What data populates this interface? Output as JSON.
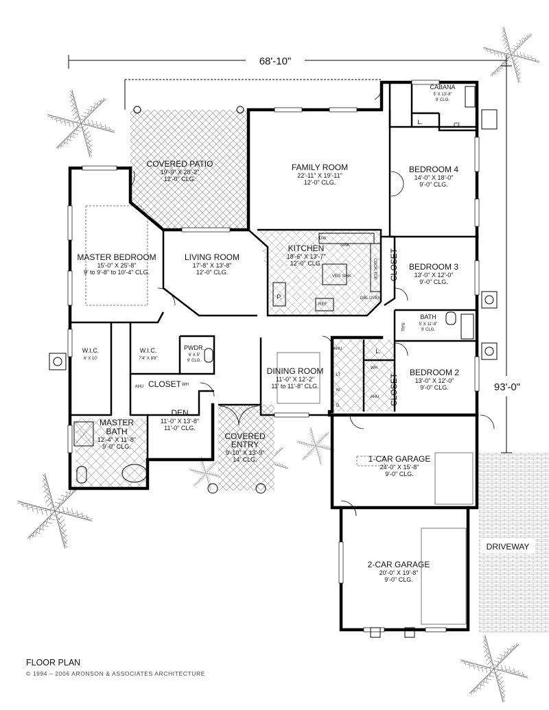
{
  "plan": {
    "overall_width": "68'-10\"",
    "overall_depth": "93'-0\"",
    "title": "FLOOR PLAN",
    "copyright": "© 1994 – 2006 ARONSON & ASSOCIATES ARCHITECTURE"
  },
  "rooms": {
    "cabana": {
      "name": "CABANA",
      "dims": "5' X 13'-8\"",
      "clg": "9' CLG."
    },
    "covered_patio": {
      "name": "COVERED PATIO",
      "dims": "19'-9\" X 20'-2\"",
      "clg": "12'-0\" CLG."
    },
    "family_room": {
      "name": "FAMILY ROOM",
      "dims": "22'-11\" X 19'-11\"",
      "clg": "12'-0\" CLG."
    },
    "bedroom4": {
      "name": "BEDROOM 4",
      "dims": "14'-0\" X 18'-0\"",
      "clg": "9'-0\" CLG."
    },
    "master_bedroom": {
      "name": "MASTER BEDROOM",
      "dims": "15'-0\" X 25'-8\"",
      "clg": "9' to 9'-8\" to 10'-4\" CLG."
    },
    "living_room": {
      "name": "LIVING ROOM",
      "dims": "17'-8\" X 13'-8\"",
      "clg": "12'-0\" CLG."
    },
    "kitchen": {
      "name": "KITCHEN",
      "dims": "18'-6\" X 13'-7\"",
      "clg": "12'-0\" CLG."
    },
    "bedroom3": {
      "name": "BEDROOM 3",
      "dims": "13'-0\" X 12'-0\"",
      "clg": "9'-0\" CLG."
    },
    "bath": {
      "name": "BATH",
      "dims": "5' X 11'-8\"",
      "clg": "9' CLG."
    },
    "wic1": {
      "name": "W.I.C.",
      "dims": "6' X 10'"
    },
    "wic2": {
      "name": "W.I.C.",
      "dims": "7'4\" X 8'8\""
    },
    "powder": {
      "name": "PWDR.",
      "dims": "6' X 5'",
      "clg": "9' CLG."
    },
    "dining_room": {
      "name": "DINING ROOM",
      "dims": "11'-0\" X 12'-2\"",
      "clg": "11' to 11'-8\" CLG."
    },
    "bedroom2": {
      "name": "BEDROOM 2",
      "dims": "13'-0\" X 12'-0\"",
      "clg": "9'-0\" CLG."
    },
    "den": {
      "name": "DEN",
      "dims": "11'-0\" X 13'-8\"",
      "clg": "11'-0\" CLG."
    },
    "master_bath": {
      "name": "MASTER BATH",
      "name_line1": "MASTER",
      "name_line2": "BATH",
      "dims": "12'-4\" X 11'-8\"",
      "clg": "9'-0\" CLG."
    },
    "covered_entry": {
      "name": "COVERED ENTRY",
      "name_line1": "COVERED",
      "name_line2": "ENTRY",
      "dims": "9'-10\" X 13'-9\"",
      "clg": "14' CLG."
    },
    "garage1": {
      "name": "1-CAR GARAGE",
      "dims": "24'-0\" X 15'-8\"",
      "clg": "9'-0\" CLG."
    },
    "garage2": {
      "name": "2-CAR GARAGE",
      "dims": "20'-0\" X 19'-8\"",
      "clg": "9'-0\" CLG."
    },
    "driveway": {
      "name": "DRIVEWAY"
    }
  },
  "small_labels": {
    "closet": "CLOSET",
    "cl": "CL.",
    "l": "L.",
    "p": "P.",
    "ahu": "AHU",
    "wh": "WH",
    "lt": "LT",
    "w": "W.",
    "d": "D.",
    "dw": "DW",
    "sink": "SINK",
    "ref": "REF",
    "cooktop": "COOK TOP",
    "ovens": "DBL OVEN",
    "veg_sink": "VEG SINK",
    "bath_rail": "RAIL"
  }
}
